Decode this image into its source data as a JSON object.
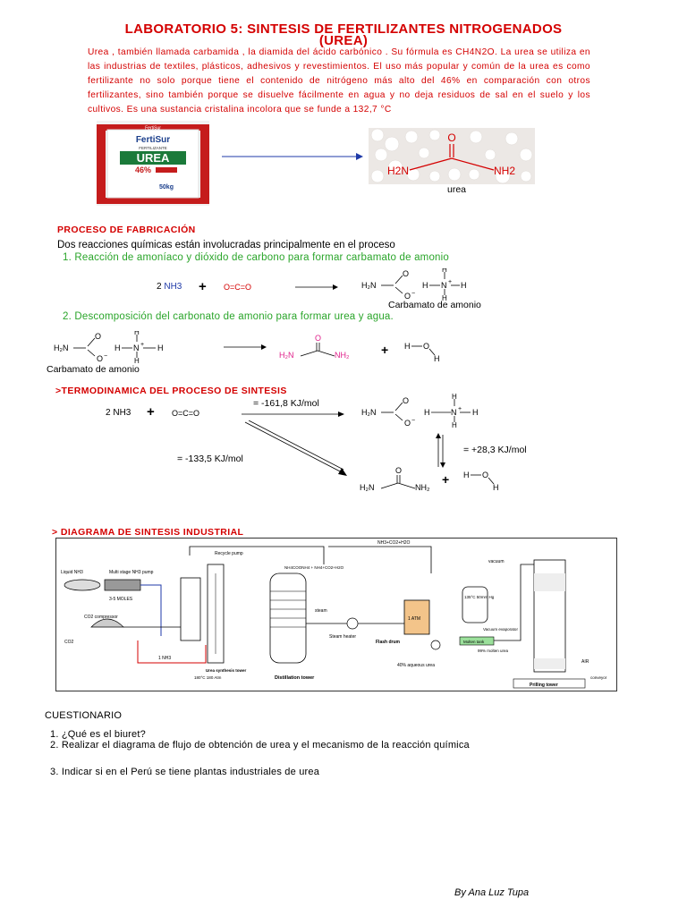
{
  "title": {
    "line1": "LABORATORIO 5: SINTESIS DE FERTILIZANTES NITROGENADOS",
    "line2": "(UREA)"
  },
  "intro": {
    "text": "Urea , también llamada carbamida , la diamida del ácido carbónico . Su fórmula es CH4N2O. La urea se utiliza en las industrias de textiles, plásticos, adhesivos y revestimientos. El uso más popular y común de la urea es como fertilizante no solo porque tiene el contenido de nitrógeno más alto del 46% en comparación con otros fertilizantes, sino también porque se disuelve fácilmente en agua y no deja residuos de sal en el suelo y los cultivos. Es una sustancia cristalina incolora que se funde a 132,7 °C"
  },
  "bag": {
    "brand": "FertiSur",
    "label_small": "FERTILIZANTE",
    "product": "UREA",
    "percent": "46%",
    "weight": "50kg",
    "stripe_text": "FertiSur"
  },
  "urea_image": {
    "atom_o": "O",
    "left_group": "H2N",
    "right_group": "NH2",
    "caption": "urea"
  },
  "process": {
    "heading": "PROCESO DE FABRICACIÓN",
    "intro": "Dos reacciones químicas están involucradas principalmente en el proceso",
    "step1": "1. Reacción de amoníaco y dióxido de carbono para formar carbamato de amonio",
    "step2": "2. Descomposición del carbonato de amonio para formar urea y agua."
  },
  "reaction1": {
    "coef": "2",
    "ammonia": "NH3",
    "plus": "+",
    "co2": "O=C=O",
    "product_label": "Carbamato de amonio"
  },
  "reaction2": {
    "reactant_label": "Carbamato de amonio",
    "plus": "+"
  },
  "thermo": {
    "heading": ">TERMODINAMICA DEL PROCESO DE SINTESIS",
    "coef": "2",
    "ammonia": "NH3",
    "plus": "+",
    "co2": "O=C=O",
    "dh1": "= -161,8 KJ/mol",
    "dh2": "= +28,3 KJ/mol",
    "dh_total": "= -133,5 KJ/mol",
    "plus2": "+"
  },
  "diagram": {
    "heading": "> DIAGRAMA DE SINTESIS INDUSTRIAL",
    "labels": {
      "recycle_pump": "Recycle pump",
      "nh3_co2_h2o": "NH3+CO2+H2O",
      "nh4_streams": "NH4COONH4 + NH4+CO2+H2O",
      "liquid_tank": "Liquid NH3",
      "multistage_pump": "Multi stage NH3 pump",
      "moles": "3-5 MOLES",
      "co2_compressor": "CO2 compressor",
      "co2": "CO2",
      "one_nh3": "1 NH3",
      "synthesis_tower": "Urea synthesis tower",
      "synthesis_cond": "180°C 180 Atm",
      "distillation": "Distillation tower",
      "steam": "steam",
      "steam_heater": "Steam heater",
      "one_atm": "1 ATM",
      "flash_drum": "Flash drum",
      "aqueous": "40% aqueous urea",
      "vacuum": "vacuum",
      "evap_cond": "135°C 50mm Hg",
      "vacuum_evap": "Vacuum evaporator",
      "molten_tank": "Molten tank",
      "molten_urea": "99% molten urea",
      "air": "AIR",
      "conveyor": "conveyor",
      "prilling": "Prilling tower"
    }
  },
  "questionnaire": {
    "heading": "CUESTIONARIO",
    "q1": "1. ¿Qué es el biuret?",
    "q2": "2. Realizar el diagrama de flujo de obtención de urea y el mecanismo de la reacción química",
    "q3": "3. Indicar si en el Perú se tiene plantas industriales de urea"
  },
  "author": "By Ana Luz Tupa",
  "colors": {
    "red": "#d40000",
    "green": "#2aa52a",
    "pink": "#e0208a",
    "blue": "#1f3aa8"
  }
}
